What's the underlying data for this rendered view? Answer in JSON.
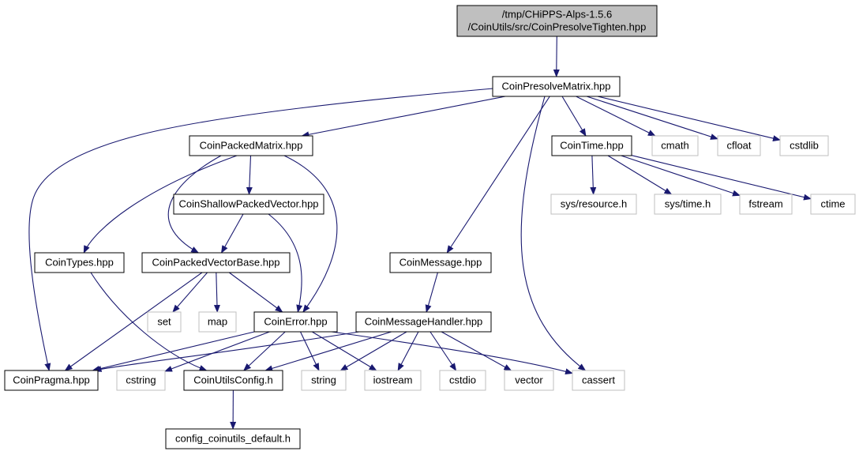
{
  "colors": {
    "edge": "#191970",
    "known_border": "#000000",
    "external_border": "#bfbfbf",
    "root_fill": "#bfbfbf",
    "node_fill": "#ffffff",
    "text": "#000000",
    "external_text": "#000000"
  },
  "nodes": [
    {
      "id": "root",
      "lines": [
        "/tmp/CHiPPS-Alps-1.5.6",
        "/CoinUtils/src/CoinPresolveTighten.hpp"
      ],
      "kind": "root"
    },
    {
      "id": "presolve_matrix",
      "lines": [
        "CoinPresolveMatrix.hpp"
      ],
      "kind": "file"
    },
    {
      "id": "packed_matrix",
      "lines": [
        "CoinPackedMatrix.hpp"
      ],
      "kind": "file"
    },
    {
      "id": "time_hpp",
      "lines": [
        "CoinTime.hpp"
      ],
      "kind": "file"
    },
    {
      "id": "cmath",
      "lines": [
        "cmath"
      ],
      "kind": "external"
    },
    {
      "id": "cfloat",
      "lines": [
        "cfloat"
      ],
      "kind": "external"
    },
    {
      "id": "cstdlib",
      "lines": [
        "cstdlib"
      ],
      "kind": "external"
    },
    {
      "id": "shallow_vector",
      "lines": [
        "CoinShallowPackedVector.hpp"
      ],
      "kind": "file"
    },
    {
      "id": "sys_resource",
      "lines": [
        "sys/resource.h"
      ],
      "kind": "external"
    },
    {
      "id": "sys_time",
      "lines": [
        "sys/time.h"
      ],
      "kind": "external"
    },
    {
      "id": "fstream",
      "lines": [
        "fstream"
      ],
      "kind": "external"
    },
    {
      "id": "ctime",
      "lines": [
        "ctime"
      ],
      "kind": "external"
    },
    {
      "id": "types",
      "lines": [
        "CoinTypes.hpp"
      ],
      "kind": "file"
    },
    {
      "id": "vector_base",
      "lines": [
        "CoinPackedVectorBase.hpp"
      ],
      "kind": "file"
    },
    {
      "id": "message",
      "lines": [
        "CoinMessage.hpp"
      ],
      "kind": "file"
    },
    {
      "id": "set",
      "lines": [
        "set"
      ],
      "kind": "external"
    },
    {
      "id": "map",
      "lines": [
        "map"
      ],
      "kind": "external"
    },
    {
      "id": "error",
      "lines": [
        "CoinError.hpp"
      ],
      "kind": "file"
    },
    {
      "id": "message_handler",
      "lines": [
        "CoinMessageHandler.hpp"
      ],
      "kind": "file"
    },
    {
      "id": "pragma",
      "lines": [
        "CoinPragma.hpp"
      ],
      "kind": "file"
    },
    {
      "id": "cstring",
      "lines": [
        "cstring"
      ],
      "kind": "external"
    },
    {
      "id": "utils_config",
      "lines": [
        "CoinUtilsConfig.h"
      ],
      "kind": "file"
    },
    {
      "id": "string",
      "lines": [
        "string"
      ],
      "kind": "external"
    },
    {
      "id": "iostream",
      "lines": [
        "iostream"
      ],
      "kind": "external"
    },
    {
      "id": "cstdio",
      "lines": [
        "cstdio"
      ],
      "kind": "external"
    },
    {
      "id": "vector",
      "lines": [
        "vector"
      ],
      "kind": "external"
    },
    {
      "id": "cassert",
      "lines": [
        "cassert"
      ],
      "kind": "external"
    },
    {
      "id": "config_default",
      "lines": [
        "config_coinutils_default.h"
      ],
      "kind": "file"
    }
  ],
  "edges": [
    [
      "root",
      "presolve_matrix"
    ],
    [
      "presolve_matrix",
      "pragma"
    ],
    [
      "presolve_matrix",
      "packed_matrix"
    ],
    [
      "presolve_matrix",
      "message"
    ],
    [
      "presolve_matrix",
      "cassert"
    ],
    [
      "presolve_matrix",
      "time_hpp"
    ],
    [
      "presolve_matrix",
      "cmath"
    ],
    [
      "presolve_matrix",
      "cfloat"
    ],
    [
      "presolve_matrix",
      "cstdlib"
    ],
    [
      "packed_matrix",
      "types"
    ],
    [
      "packed_matrix",
      "vector_base"
    ],
    [
      "packed_matrix",
      "shallow_vector"
    ],
    [
      "packed_matrix",
      "error"
    ],
    [
      "shallow_vector",
      "vector_base"
    ],
    [
      "shallow_vector",
      "error"
    ],
    [
      "time_hpp",
      "sys_resource"
    ],
    [
      "time_hpp",
      "sys_time"
    ],
    [
      "time_hpp",
      "fstream"
    ],
    [
      "time_hpp",
      "ctime"
    ],
    [
      "types",
      "utils_config"
    ],
    [
      "vector_base",
      "pragma"
    ],
    [
      "vector_base",
      "set"
    ],
    [
      "vector_base",
      "map"
    ],
    [
      "vector_base",
      "error"
    ],
    [
      "message",
      "message_handler"
    ],
    [
      "error",
      "pragma"
    ],
    [
      "error",
      "cstring"
    ],
    [
      "error",
      "utils_config"
    ],
    [
      "error",
      "string"
    ],
    [
      "error",
      "iostream"
    ],
    [
      "error",
      "cassert"
    ],
    [
      "message_handler",
      "pragma"
    ],
    [
      "message_handler",
      "utils_config"
    ],
    [
      "message_handler",
      "string"
    ],
    [
      "message_handler",
      "iostream"
    ],
    [
      "message_handler",
      "cstdio"
    ],
    [
      "message_handler",
      "vector"
    ],
    [
      "utils_config",
      "config_default"
    ]
  ]
}
